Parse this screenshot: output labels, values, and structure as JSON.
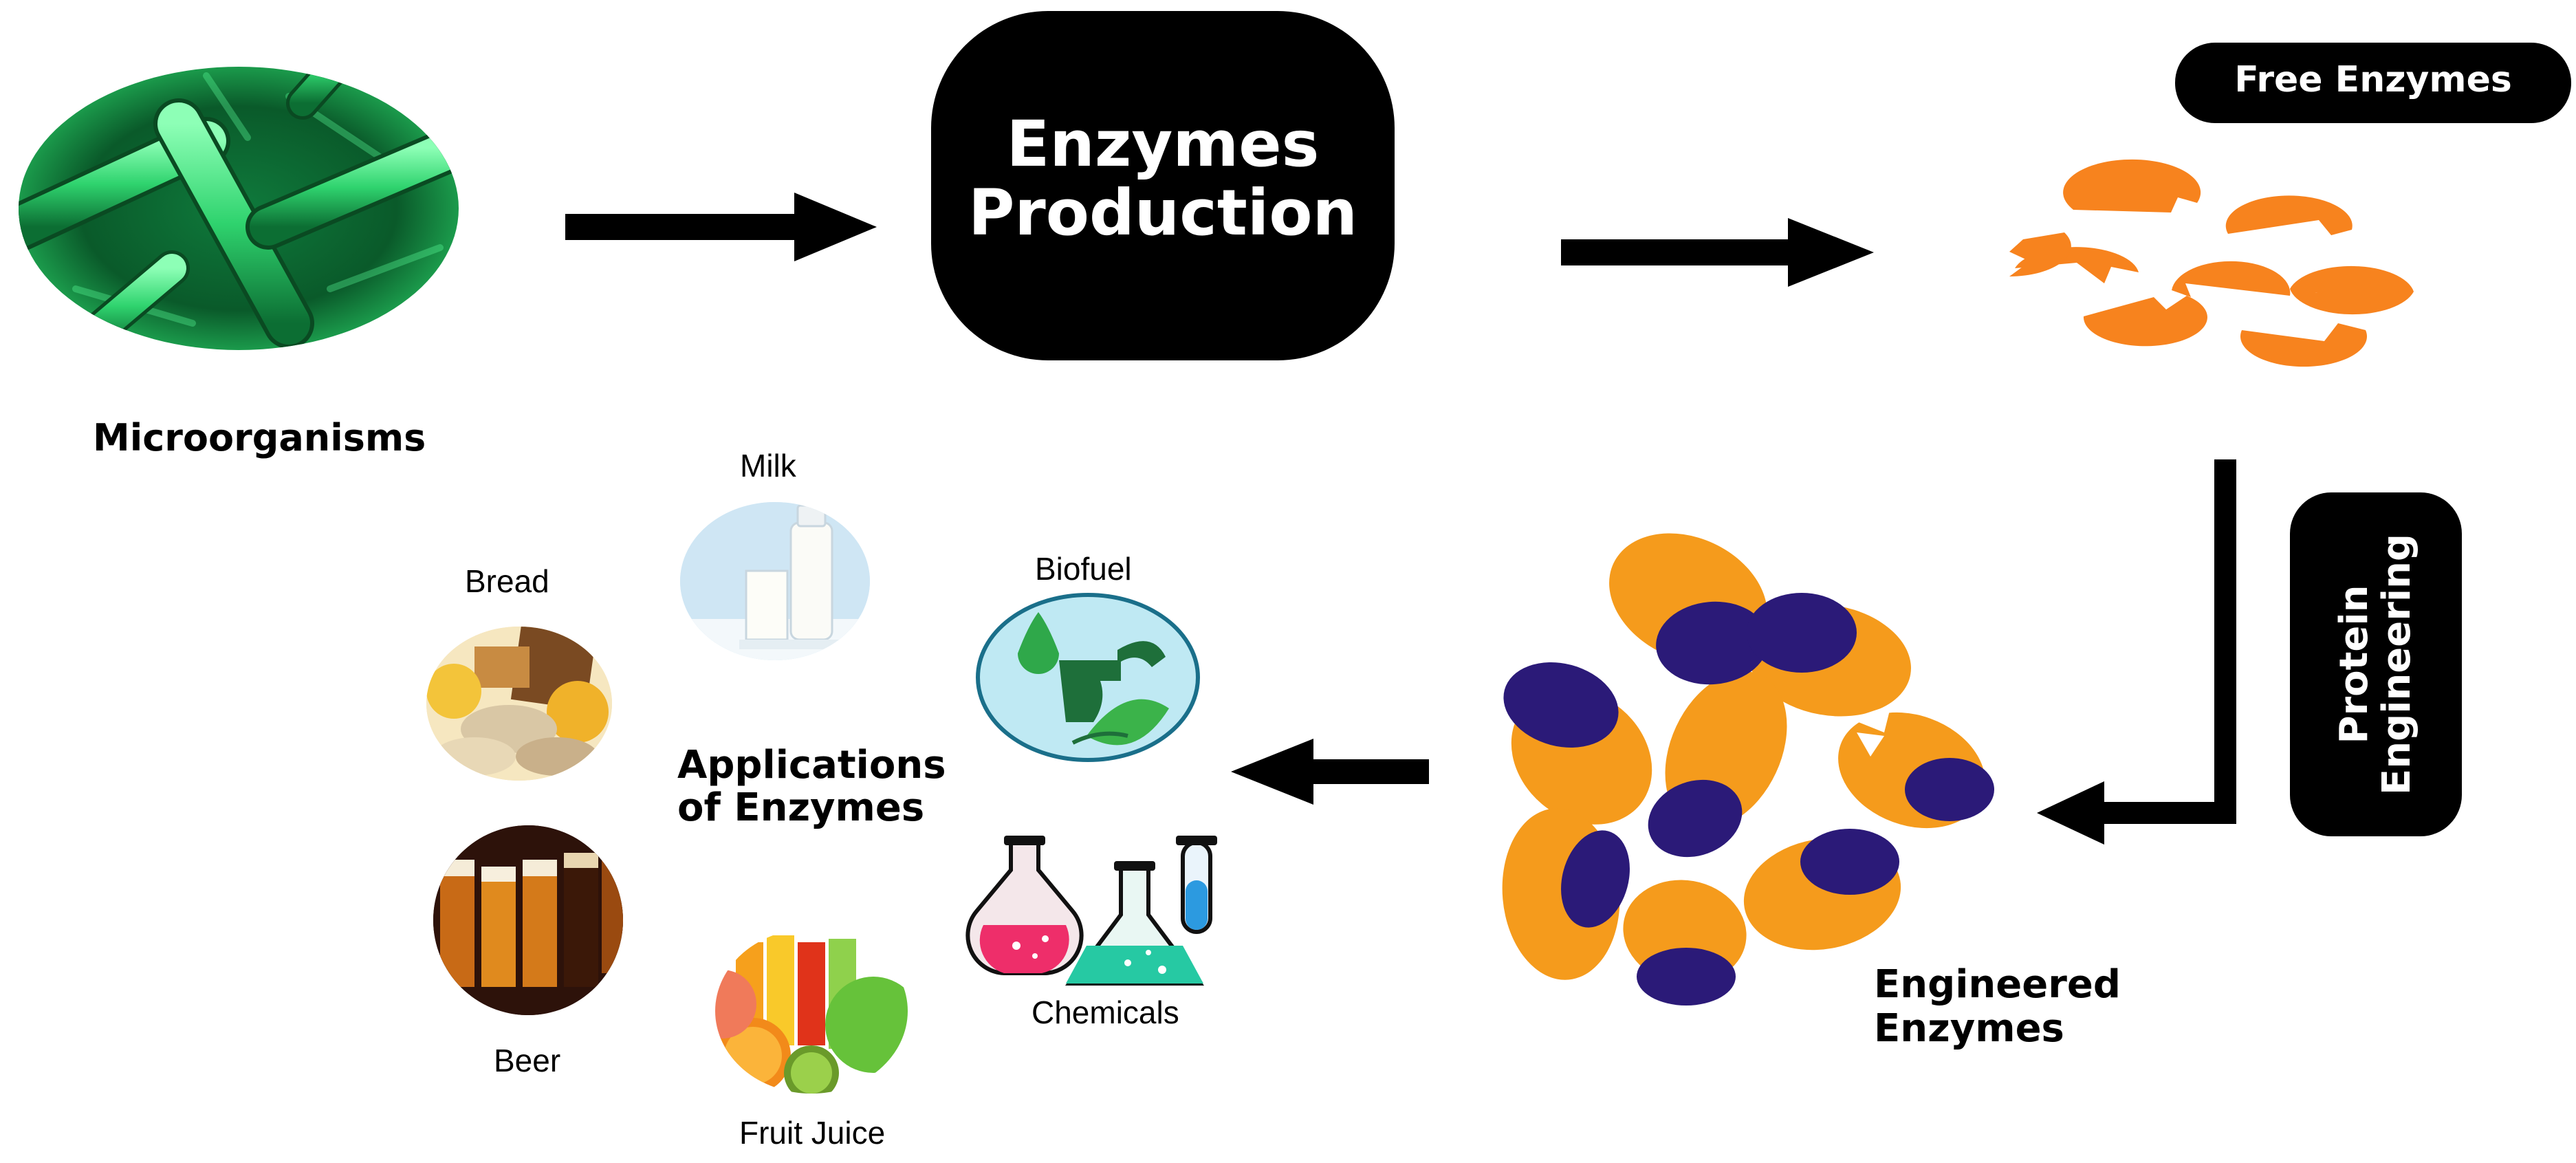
{
  "labels": {
    "microorganisms": "Microorganisms",
    "enzymes_production_line1": "Enzymes",
    "enzymes_production_line2": "Production",
    "free_enzymes": "Free Enzymes",
    "protein_engineering_line1": "Protein",
    "protein_engineering_line2": "Engineering",
    "engineered_enzymes_line1": "Engineered",
    "engineered_enzymes_line2": "Enzymes",
    "applications_line1": "Applications",
    "applications_line2": "of Enzymes",
    "milk": "Milk",
    "bread": "Bread",
    "biofuel": "Biofuel",
    "beer": "Beer",
    "fruit_juice": "Fruit Juice",
    "chemicals": "Chemicals"
  },
  "colors": {
    "box": "#000000",
    "arrow": "#000000",
    "free_enzyme": "#f7831e",
    "engineered_outer": "#f59b1c",
    "engineered_inner": "#2b1a78",
    "microbe_green": "#2fe07a",
    "biofuel_bg": "#bfe9f3"
  }
}
